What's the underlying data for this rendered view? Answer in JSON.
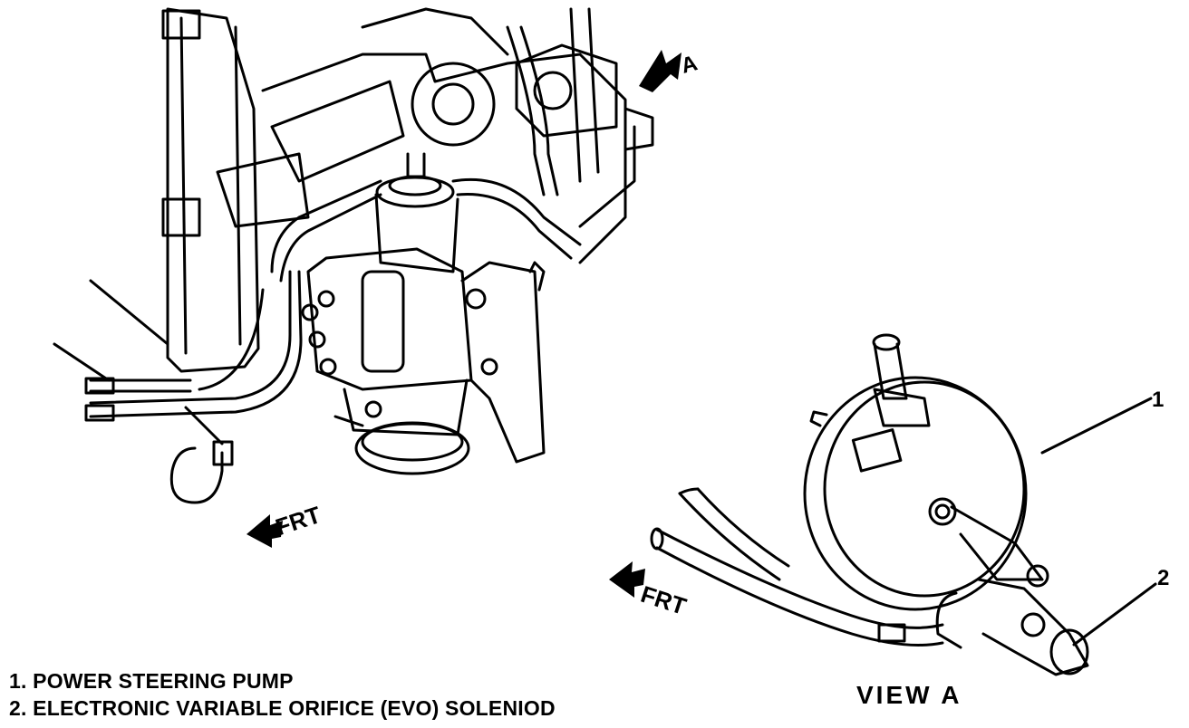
{
  "legend": {
    "items": [
      "1. POWER STEERING PUMP",
      "2. ELECTRONIC VARIABLE ORIFICE (EVO) SOLENIOD"
    ]
  },
  "callouts": {
    "one": "1",
    "two": "2"
  },
  "labels": {
    "view_a": "VIEW A",
    "arrow_a": "A",
    "frt_main": "FRT",
    "frt_detail": "FRT"
  },
  "colors": {
    "line": "#000000",
    "background": "#ffffff"
  }
}
